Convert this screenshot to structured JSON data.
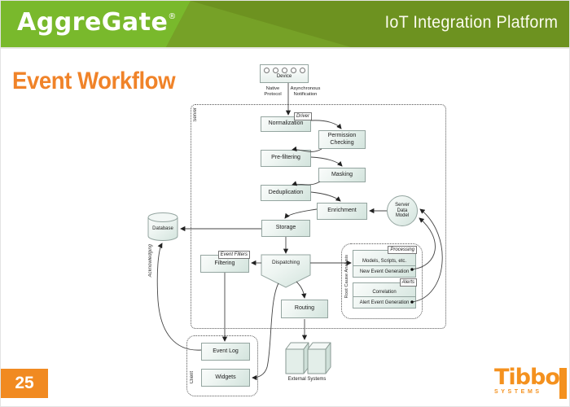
{
  "header": {
    "logo_text": "AggreGate",
    "logo_mark": "®",
    "product_title": "IoT Integration Platform"
  },
  "slide": {
    "title": "Event Workflow",
    "page_number": "25"
  },
  "footer": {
    "brand": "Tibbo",
    "sub": "SYSTEMS"
  },
  "colors": {
    "header_green": "#79b92c",
    "header_olive": "#6d9220",
    "accent_orange": "#f18a21",
    "box_border": "#94a5a0",
    "box_fill": "#d3e4dd",
    "connector": "#444444"
  },
  "diagram": {
    "device": "Device",
    "native_protocol": "Native\nProtocol",
    "async_notification": "Asynchronous\nNotification",
    "server_label": "Server",
    "normalization": "Normalization",
    "driver_tag": "Driver",
    "permission_checking": "Permission\nChecking",
    "pre_filtering": "Pre-filtering",
    "masking": "Masking",
    "deduplication": "Deduplication",
    "enrichment": "Enrichment",
    "server_data_model": "Server\nData\nModel",
    "storage": "Storage",
    "database": "Database",
    "dispatching": "Dispatching",
    "filtering": "Filtering",
    "event_filters_tag": "Event Filters",
    "rca_label": "Root Cause Analysis",
    "processing_tag": "Processing",
    "processing_line1": "Models, Scripts, etc.",
    "processing_line2": "New Event Generation",
    "alerts_tag": "Alerts",
    "alerts_line1": "Correlation",
    "alerts_line2": "Alert Event Generation",
    "routing": "Routing",
    "event_log": "Event Log",
    "widgets": "Widgets",
    "external_systems": "External Systems",
    "client_label": "Client",
    "acknowledging_label": "Acknowledging"
  }
}
